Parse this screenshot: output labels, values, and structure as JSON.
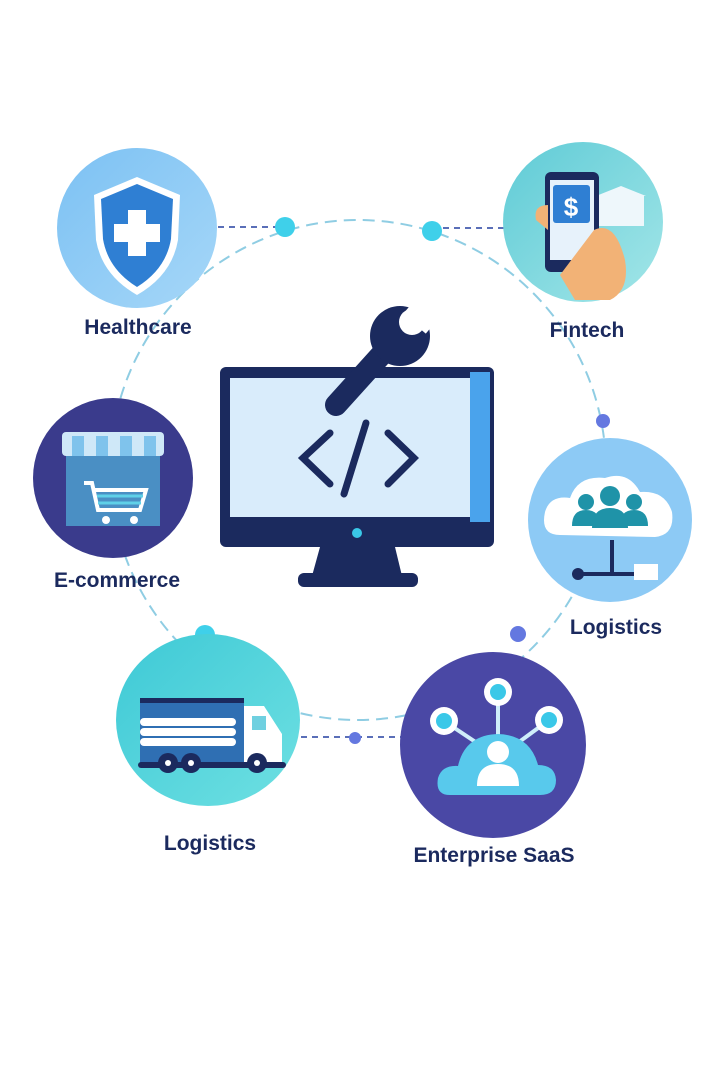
{
  "center": {
    "icon": "monitor-code-wrench-icon",
    "code_glyph": "</>"
  },
  "nodes": [
    {
      "label": "Healthcare",
      "icon": "shield-cross-icon",
      "color": "#8dcaf5"
    },
    {
      "label": "Fintech",
      "icon": "phone-dollar-icon",
      "color": "#74d6dc"
    },
    {
      "label": "E-commerce",
      "icon": "storefront-cart-icon",
      "color": "#3d3f8f"
    },
    {
      "label": "Logistics",
      "icon": "cloud-team-icon",
      "color": "#8dcaf5"
    },
    {
      "label": "Logistics",
      "icon": "truck-icon",
      "color": "#4fd3db"
    },
    {
      "label": "Enterprise SaaS",
      "icon": "cloud-network-user-icon",
      "color": "#4a48a5"
    }
  ],
  "colors": {
    "navy": "#1b2a5e",
    "accent": "#3ac8e8",
    "connector": "#7fc6e0"
  }
}
